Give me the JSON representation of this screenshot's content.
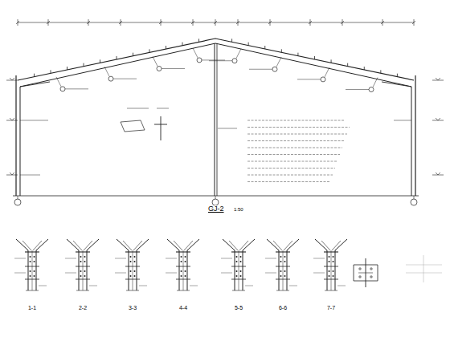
{
  "diagram": {
    "labels": [
      "GJ-2",
      "1:50",
      "1-1",
      "2-2",
      "3-3",
      "4-4",
      "5-5",
      "6-6",
      "7-7"
    ]
  }
}
